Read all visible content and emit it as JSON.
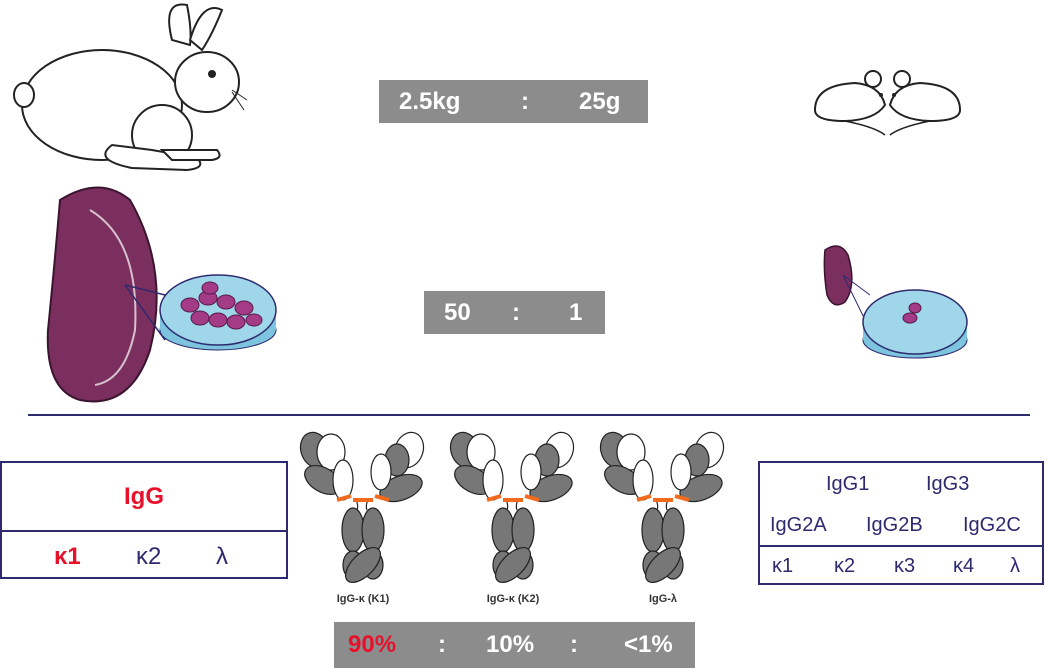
{
  "weight_ratio": {
    "left": "2.5kg",
    "sep": ":",
    "right": "25g"
  },
  "spleen_ratio": {
    "left": "50",
    "sep": ":",
    "right": "1"
  },
  "rabbit_box": {
    "title": "IgG",
    "light_chains": [
      "κ1",
      "κ2",
      "λ"
    ],
    "highlight_color": "#e8102a"
  },
  "mouse_box": {
    "row1": [
      "IgG1",
      "IgG3"
    ],
    "row2": [
      "IgG2A",
      "IgG2B",
      "IgG2C"
    ],
    "light_chains": [
      "κ1",
      "κ2",
      "κ3",
      "κ4",
      "λ"
    ]
  },
  "antibodies": [
    {
      "label": "IgG-κ (K1)",
      "icon": "antibody-icon"
    },
    {
      "label": "IgG-κ (K2)",
      "icon": "antibody-icon"
    },
    {
      "label": "IgG-λ",
      "icon": "antibody-icon"
    }
  ],
  "distribution": {
    "v1": "90%",
    "sep1": ":",
    "v2": "10%",
    "sep2": ":",
    "v3": "<1%"
  },
  "colors": {
    "navy": "#2e2a6e",
    "red": "#e8102a",
    "gray_box": "#8c8c8c",
    "spleen": "#7a2f5e",
    "dish": "#9fd6ea",
    "disulfide": "#f26b1d"
  }
}
